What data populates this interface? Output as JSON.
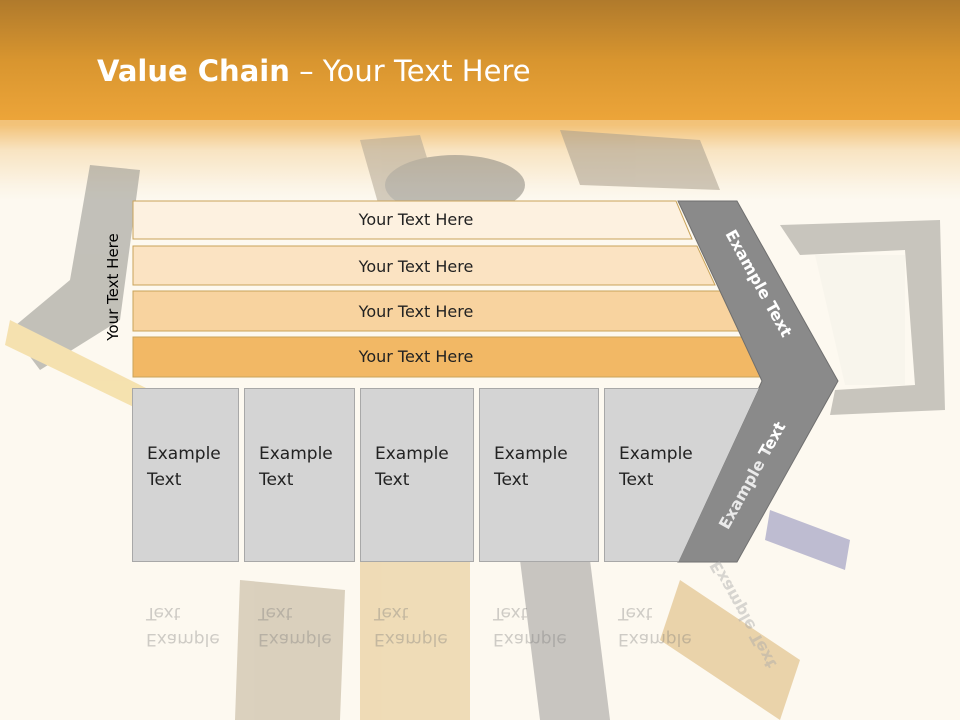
{
  "title": {
    "bold": "Value Chain",
    "rest": " – Your Text Here"
  },
  "vertical_label": "Your Text Here",
  "ribbons": [
    {
      "label": "Your Text Here",
      "color": "#fdf1e0"
    },
    {
      "label": "Your Text Here",
      "color": "#fbe3c2"
    },
    {
      "label": "Your Text Here",
      "color": "#f8d39f"
    },
    {
      "label": "Your Text Here",
      "color": "#f2b865"
    }
  ],
  "chevron": {
    "top_label": "Example Text",
    "bottom_label": "Example Text",
    "color": "#8a8a8a"
  },
  "boxes": [
    {
      "line1": "Example",
      "line2": "Text"
    },
    {
      "line1": "Example",
      "line2": "Text"
    },
    {
      "line1": "Example",
      "line2": "Text"
    },
    {
      "line1": "Example",
      "line2": "Text"
    },
    {
      "line1": "Example",
      "line2": "Text"
    }
  ],
  "colors": {
    "header": "#eea63a",
    "box_fill": "#d4d4d4",
    "background": "#fdf9f0"
  }
}
